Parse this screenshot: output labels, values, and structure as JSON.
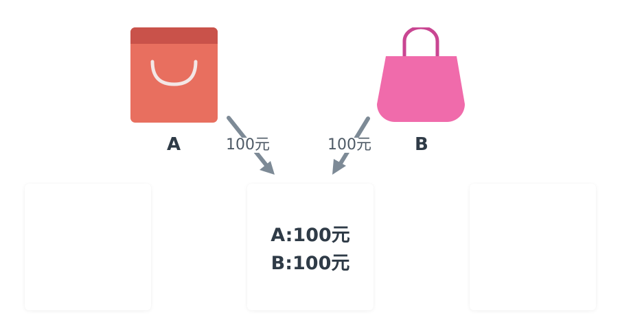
{
  "bags": [
    {
      "label": "A",
      "icon": "shopping-bag-icon",
      "body_color": "#e86f5f",
      "top_color": "#c9524a"
    },
    {
      "label": "B",
      "icon": "handbag-icon",
      "body_color": "#f06bab",
      "handle_color": "#c94692"
    }
  ],
  "transfers": [
    {
      "amount": "100元"
    },
    {
      "amount": "100元"
    }
  ],
  "balances": [
    {
      "text": "A:100元"
    },
    {
      "text": "B:100元"
    }
  ],
  "colors": {
    "arrow": "#7d8a96",
    "text_dark": "#2f3b47",
    "text_amount": "#4e5a66"
  }
}
